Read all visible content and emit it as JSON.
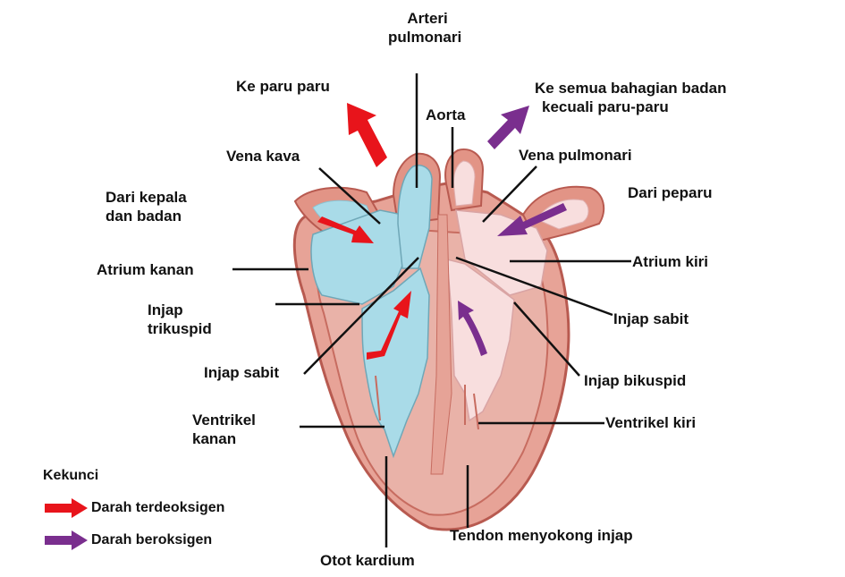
{
  "labels": {
    "arteri_pulmonari": [
      "Arteri",
      "pulmonari"
    ],
    "ke_paru_paru": "Ke paru paru",
    "ke_semua": [
      "Ke semua bahagian badan",
      "kecuali paru-paru"
    ],
    "aorta": "Aorta",
    "vena_kava": "Vena kava",
    "vena_pulmonari": "Vena pulmonari",
    "dari_kepala": [
      "Dari kepala",
      "dan badan"
    ],
    "dari_peparu": "Dari peparu",
    "atrium_kanan": "Atrium kanan",
    "atrium_kiri": "Atrium kiri",
    "injap_trikuspid": [
      "Injap",
      "trikuspid"
    ],
    "injap_sabit_right": "Injap sabit",
    "injap_sabit_left": "Injap sabit",
    "injap_bikuspid": "Injap bikuspid",
    "ventrikel_kanan": [
      "Ventrikel",
      "kanan"
    ],
    "ventrikel_kiri": "Ventrikel kiri",
    "tendon": "Tendon menyokong injap",
    "otot_kardium": "Otot kardium"
  },
  "key": {
    "title": "Kekunci",
    "items": [
      {
        "label": "Darah  terdeoksigen",
        "color": "#e8141b"
      },
      {
        "label": "Darah  beroksigen",
        "color": "#7a2e8e"
      }
    ]
  },
  "colors": {
    "heart_outer": "#e7a397",
    "heart_wall": "#d9867a",
    "heart_outline": "#b85a50",
    "deoxygenated_chamber": "#a9dbe8",
    "oxygenated_chamber": "#f8dede",
    "deoxy_arrow": "#e8141b",
    "oxy_arrow": "#7a2e8e"
  }
}
